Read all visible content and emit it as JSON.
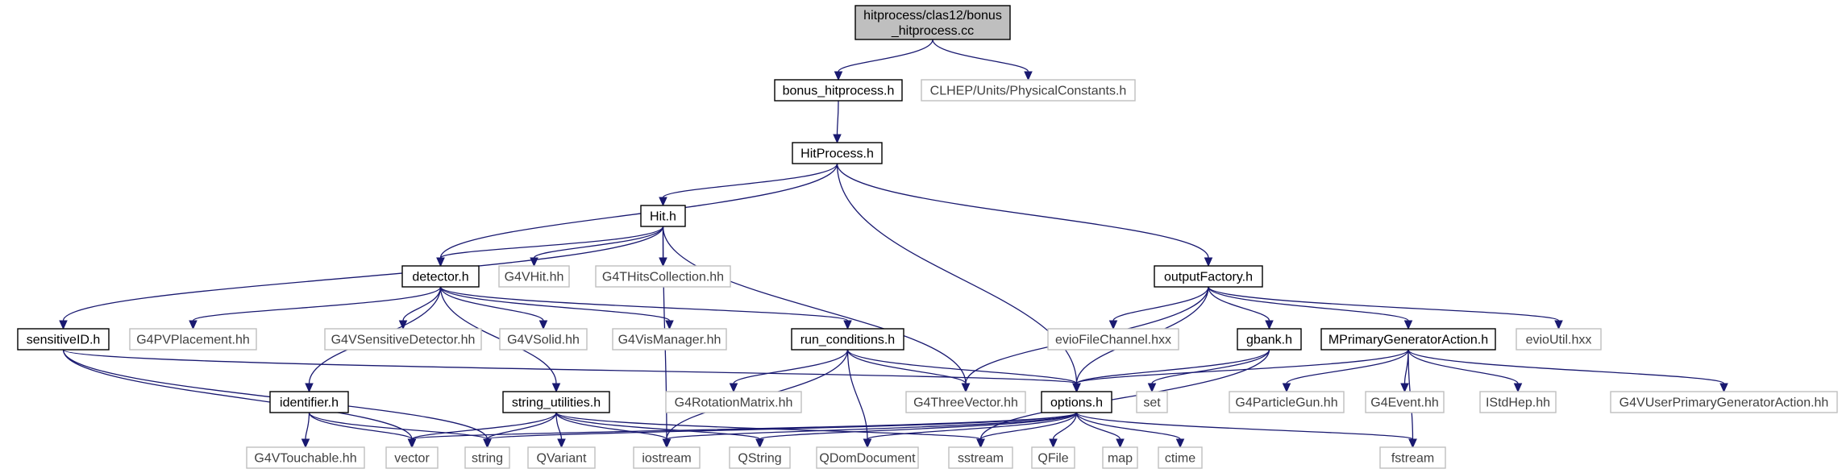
{
  "graph": {
    "nodes": [
      {
        "id": "root",
        "label": [
          "hitprocess/clas12/bonus",
          "_hitprocess.cc"
        ],
        "kind": "root"
      },
      {
        "id": "bonus_hitprocess",
        "label": [
          "bonus_hitprocess.h"
        ],
        "kind": "documented"
      },
      {
        "id": "physconst",
        "label": [
          "CLHEP/Units/PhysicalConstants.h"
        ],
        "kind": "external"
      },
      {
        "id": "hitprocess_h",
        "label": [
          "HitProcess.h"
        ],
        "kind": "documented"
      },
      {
        "id": "hit_h",
        "label": [
          "Hit.h"
        ],
        "kind": "documented"
      },
      {
        "id": "detector_h",
        "label": [
          "detector.h"
        ],
        "kind": "documented"
      },
      {
        "id": "g4vhit",
        "label": [
          "G4VHit.hh"
        ],
        "kind": "external"
      },
      {
        "id": "g4thits",
        "label": [
          "G4THitsCollection.hh"
        ],
        "kind": "external"
      },
      {
        "id": "outputfactory",
        "label": [
          "outputFactory.h"
        ],
        "kind": "documented"
      },
      {
        "id": "sensitiveid",
        "label": [
          "sensitiveID.h"
        ],
        "kind": "documented"
      },
      {
        "id": "g4pvplacement",
        "label": [
          "G4PVPlacement.hh"
        ],
        "kind": "external"
      },
      {
        "id": "g4vsensdet",
        "label": [
          "G4VSensitiveDetector.hh"
        ],
        "kind": "external"
      },
      {
        "id": "g4vsolid",
        "label": [
          "G4VSolid.hh"
        ],
        "kind": "external"
      },
      {
        "id": "g4vismanager",
        "label": [
          "G4VisManager.hh"
        ],
        "kind": "external"
      },
      {
        "id": "run_conditions",
        "label": [
          "run_conditions.h"
        ],
        "kind": "documented"
      },
      {
        "id": "eviofilechannel",
        "label": [
          "evioFileChannel.hxx"
        ],
        "kind": "external"
      },
      {
        "id": "gbank",
        "label": [
          "gbank.h"
        ],
        "kind": "documented"
      },
      {
        "id": "mprimary",
        "label": [
          "MPrimaryGeneratorAction.h"
        ],
        "kind": "documented"
      },
      {
        "id": "evioutil",
        "label": [
          "evioUtil.hxx"
        ],
        "kind": "external"
      },
      {
        "id": "identifier",
        "label": [
          "identifier.h"
        ],
        "kind": "documented"
      },
      {
        "id": "string_utilities",
        "label": [
          "string_utilities.h"
        ],
        "kind": "documented"
      },
      {
        "id": "g4rotmatrix",
        "label": [
          "G4RotationMatrix.hh"
        ],
        "kind": "external"
      },
      {
        "id": "g4threevector",
        "label": [
          "G4ThreeVector.hh"
        ],
        "kind": "external"
      },
      {
        "id": "options_h",
        "label": [
          "options.h"
        ],
        "kind": "documented"
      },
      {
        "id": "set",
        "label": [
          "set"
        ],
        "kind": "external"
      },
      {
        "id": "g4particlegun",
        "label": [
          "G4ParticleGun.hh"
        ],
        "kind": "external"
      },
      {
        "id": "g4event",
        "label": [
          "G4Event.hh"
        ],
        "kind": "external"
      },
      {
        "id": "istdhep",
        "label": [
          "IStdHep.hh"
        ],
        "kind": "external"
      },
      {
        "id": "g4vuserprimary",
        "label": [
          "G4VUserPrimaryGeneratorAction.hh"
        ],
        "kind": "external"
      },
      {
        "id": "g4vtouchable",
        "label": [
          "G4VTouchable.hh"
        ],
        "kind": "external"
      },
      {
        "id": "vector",
        "label": [
          "vector"
        ],
        "kind": "external"
      },
      {
        "id": "string",
        "label": [
          "string"
        ],
        "kind": "external"
      },
      {
        "id": "qvariant",
        "label": [
          "QVariant"
        ],
        "kind": "external"
      },
      {
        "id": "iostream",
        "label": [
          "iostream"
        ],
        "kind": "external"
      },
      {
        "id": "qstring",
        "label": [
          "QString"
        ],
        "kind": "external"
      },
      {
        "id": "qdomdocument",
        "label": [
          "QDomDocument"
        ],
        "kind": "external"
      },
      {
        "id": "sstream",
        "label": [
          "sstream"
        ],
        "kind": "external"
      },
      {
        "id": "qfile",
        "label": [
          "QFile"
        ],
        "kind": "external"
      },
      {
        "id": "map",
        "label": [
          "map"
        ],
        "kind": "external"
      },
      {
        "id": "ctime",
        "label": [
          "ctime"
        ],
        "kind": "external"
      },
      {
        "id": "fstream",
        "label": [
          "fstream"
        ],
        "kind": "external"
      }
    ],
    "edges": [
      [
        "root",
        "bonus_hitprocess"
      ],
      [
        "root",
        "physconst"
      ],
      [
        "bonus_hitprocess",
        "hitprocess_h"
      ],
      [
        "hitprocess_h",
        "hit_h"
      ],
      [
        "hitprocess_h",
        "detector_h"
      ],
      [
        "hitprocess_h",
        "options_h"
      ],
      [
        "hitprocess_h",
        "outputfactory"
      ],
      [
        "hit_h",
        "detector_h"
      ],
      [
        "hit_h",
        "g4vhit"
      ],
      [
        "hit_h",
        "g4thits"
      ],
      [
        "hit_h",
        "sensitiveid"
      ],
      [
        "hit_h",
        "iostream"
      ],
      [
        "hit_h",
        "g4threevector"
      ],
      [
        "detector_h",
        "g4pvplacement"
      ],
      [
        "detector_h",
        "g4vsensdet"
      ],
      [
        "detector_h",
        "g4vsolid"
      ],
      [
        "detector_h",
        "g4vismanager"
      ],
      [
        "detector_h",
        "run_conditions"
      ],
      [
        "detector_h",
        "identifier"
      ],
      [
        "detector_h",
        "string_utilities"
      ],
      [
        "sensitiveid",
        "options_h"
      ],
      [
        "sensitiveid",
        "vector"
      ],
      [
        "sensitiveid",
        "string"
      ],
      [
        "outputfactory",
        "g4threevector"
      ],
      [
        "outputfactory",
        "eviofilechannel"
      ],
      [
        "outputfactory",
        "options_h"
      ],
      [
        "outputfactory",
        "gbank"
      ],
      [
        "outputfactory",
        "mprimary"
      ],
      [
        "outputfactory",
        "evioutil"
      ],
      [
        "run_conditions",
        "g4rotmatrix"
      ],
      [
        "run_conditions",
        "g4threevector"
      ],
      [
        "run_conditions",
        "options_h"
      ],
      [
        "run_conditions",
        "iostream"
      ],
      [
        "run_conditions",
        "qdomdocument"
      ],
      [
        "gbank",
        "options_h"
      ],
      [
        "gbank",
        "set"
      ],
      [
        "gbank",
        "sstream"
      ],
      [
        "mprimary",
        "options_h"
      ],
      [
        "mprimary",
        "g4particlegun"
      ],
      [
        "mprimary",
        "g4event"
      ],
      [
        "mprimary",
        "istdhep"
      ],
      [
        "mprimary",
        "g4vuserprimary"
      ],
      [
        "mprimary",
        "fstream"
      ],
      [
        "identifier",
        "g4vtouchable"
      ],
      [
        "identifier",
        "vector"
      ],
      [
        "identifier",
        "string"
      ],
      [
        "string_utilities",
        "vector"
      ],
      [
        "string_utilities",
        "string"
      ],
      [
        "string_utilities",
        "qvariant"
      ],
      [
        "string_utilities",
        "iostream"
      ],
      [
        "string_utilities",
        "qstring"
      ],
      [
        "string_utilities",
        "sstream"
      ],
      [
        "options_h",
        "vector"
      ],
      [
        "options_h",
        "string"
      ],
      [
        "options_h",
        "iostream"
      ],
      [
        "options_h",
        "qstring"
      ],
      [
        "options_h",
        "qdomdocument"
      ],
      [
        "options_h",
        "sstream"
      ],
      [
        "options_h",
        "qfile"
      ],
      [
        "options_h",
        "map"
      ],
      [
        "options_h",
        "ctime"
      ],
      [
        "options_h",
        "fstream"
      ]
    ]
  }
}
